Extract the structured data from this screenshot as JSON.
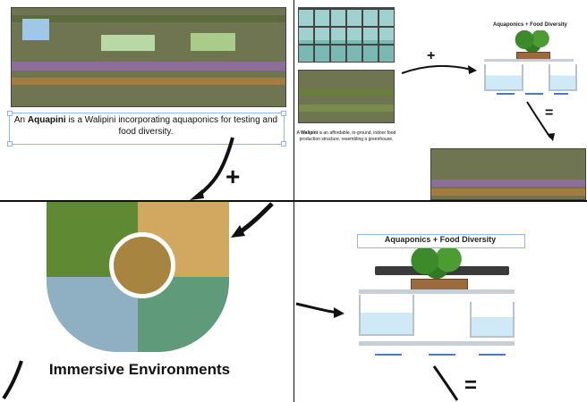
{
  "panel1": {
    "caption_prefix": "An ",
    "caption_bold": "Aquapini",
    "caption_rest": " is a Walipini incorporating aquaponics for testing and food diversity.",
    "plus": "+"
  },
  "panel2": {
    "plus": "+",
    "equals": "=",
    "diagram_title": "Aquaponics + Food Diversity",
    "walipini_prefix": "A ",
    "walipini_bold": "Walipini",
    "walipini_rest": " is an affordable, in-ground, indoor food production structure, resembling a greenhouse."
  },
  "panel3": {
    "title": "Immersive Environments"
  },
  "panel4": {
    "diagram_title": "Aquaponics + Food Diversity",
    "equals": "="
  },
  "colors": {
    "selection": "#8fb6e6",
    "water": "#cfe9f7",
    "flow": "#4a79c9"
  }
}
